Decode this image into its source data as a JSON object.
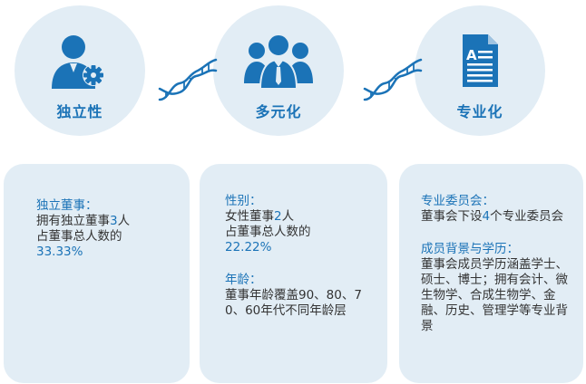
{
  "circles": [
    {
      "label": "独立性",
      "icon": "person-gear-icon"
    },
    {
      "label": "多元化",
      "icon": "people-group-icon"
    },
    {
      "label": "专业化",
      "icon": "document-icon"
    }
  ],
  "icons": {
    "doc_letter": "A",
    "connector": "dna-helix-icon"
  },
  "colors": {
    "accent": "#1b73b7",
    "panel": "#e2edf5",
    "text": "#333333"
  },
  "cards": {
    "independence": {
      "heading": "独立董事：",
      "line1_pre": "拥有独立董事",
      "line1_num": "3",
      "line1_post": "人",
      "line2": "占董事总人数的",
      "line3": "33.33%"
    },
    "diversity": {
      "gender_heading": "性别：",
      "gender_pre": "女性董事",
      "gender_num": "2",
      "gender_post": "人",
      "gender_line2": "占董事总人数的",
      "gender_line3": "22.22%",
      "age_heading": "年龄：",
      "age_body": "董事年龄覆盖90、80、70、60年代不同年龄层"
    },
    "professional": {
      "committee_heading": "专业委员会：",
      "committee_pre": "董事会下设",
      "committee_num": "4",
      "committee_post": "个专业委员会",
      "background_heading": "成员背景与学历：",
      "background_body": "董事会成员学历涵盖学士、硕士、博士；拥有会计、微生物学、合成生物学、金融、历史、管理学等专业背景"
    }
  }
}
